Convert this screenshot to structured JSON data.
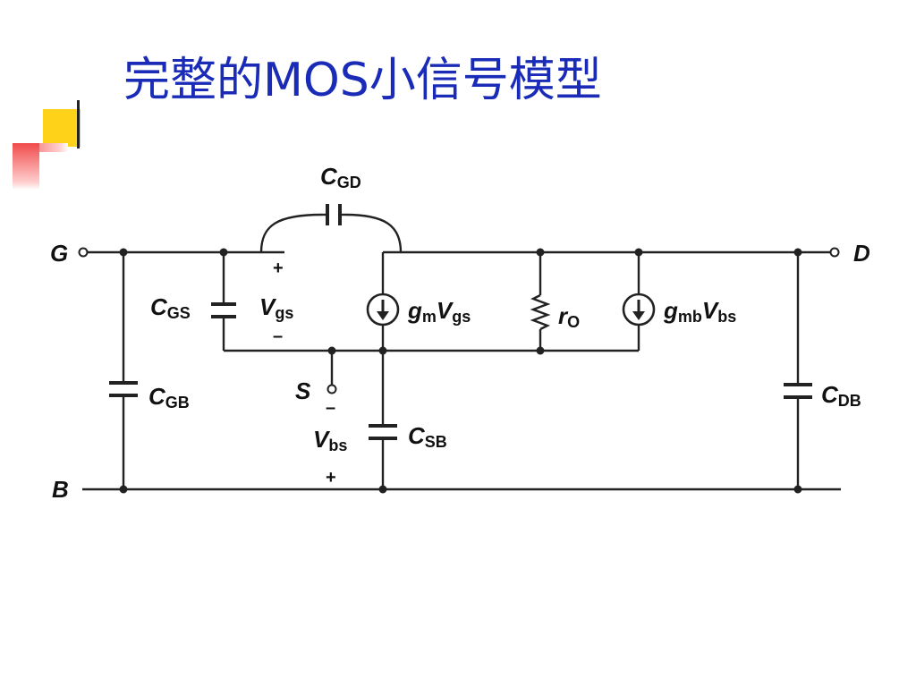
{
  "title": "完整的MOS小信号模型",
  "circuit": {
    "nodes": {
      "gate": "G",
      "drain": "D",
      "bulk": "B",
      "source": "S"
    },
    "components": {
      "cgd": {
        "main": "C",
        "sub": "GD"
      },
      "cgs": {
        "main": "C",
        "sub": "GS"
      },
      "cgb": {
        "main": "C",
        "sub": "GB"
      },
      "csb": {
        "main": "C",
        "sub": "SB"
      },
      "cdb": {
        "main": "C",
        "sub": "DB"
      },
      "ro": {
        "main": "r",
        "sub": "O"
      },
      "gm_source": {
        "g": "g",
        "g_sub": "m",
        "v": "V",
        "v_sub": "gs"
      },
      "gmb_source": {
        "g": "g",
        "g_sub": "mb",
        "v": "V",
        "v_sub": "bs"
      }
    },
    "vgs": {
      "main": "V",
      "sub": "gs",
      "plus": "+",
      "minus": "–"
    },
    "vbs": {
      "main": "V",
      "sub": "bs",
      "plus": "+",
      "minus": "–"
    }
  }
}
